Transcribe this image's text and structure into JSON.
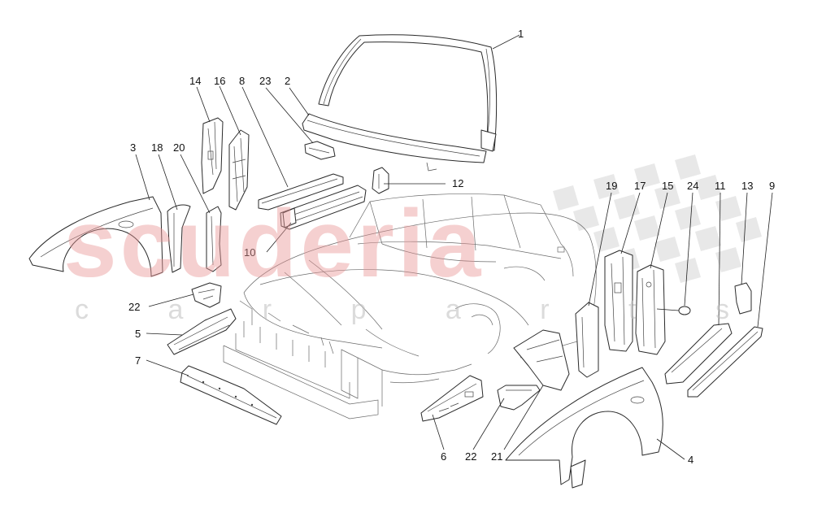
{
  "watermark": {
    "brand": "scuderia",
    "subline": "c a r p a r t s",
    "colors": {
      "brand": "#e89696",
      "subline": "#bebebe",
      "checker": "#d6d6d6"
    }
  },
  "callouts": [
    {
      "id": "c1",
      "text": "1"
    },
    {
      "id": "c2",
      "text": "2"
    },
    {
      "id": "c3",
      "text": "3"
    },
    {
      "id": "c4",
      "text": "4"
    },
    {
      "id": "c5",
      "text": "5"
    },
    {
      "id": "c6",
      "text": "6"
    },
    {
      "id": "c7",
      "text": "7"
    },
    {
      "id": "c8",
      "text": "8"
    },
    {
      "id": "c9",
      "text": "9"
    },
    {
      "id": "c10",
      "text": "10"
    },
    {
      "id": "c11",
      "text": "11"
    },
    {
      "id": "c12",
      "text": "12"
    },
    {
      "id": "c13",
      "text": "13"
    },
    {
      "id": "c14",
      "text": "14"
    },
    {
      "id": "c15",
      "text": "15"
    },
    {
      "id": "c16",
      "text": "16"
    },
    {
      "id": "c17",
      "text": "17"
    },
    {
      "id": "c18",
      "text": "18"
    },
    {
      "id": "c19",
      "text": "19"
    },
    {
      "id": "c20",
      "text": "20"
    },
    {
      "id": "c21",
      "text": "21"
    },
    {
      "id": "c22a",
      "text": "22"
    },
    {
      "id": "c22b",
      "text": "22"
    },
    {
      "id": "c23",
      "text": "23"
    },
    {
      "id": "c24",
      "text": "24"
    }
  ]
}
